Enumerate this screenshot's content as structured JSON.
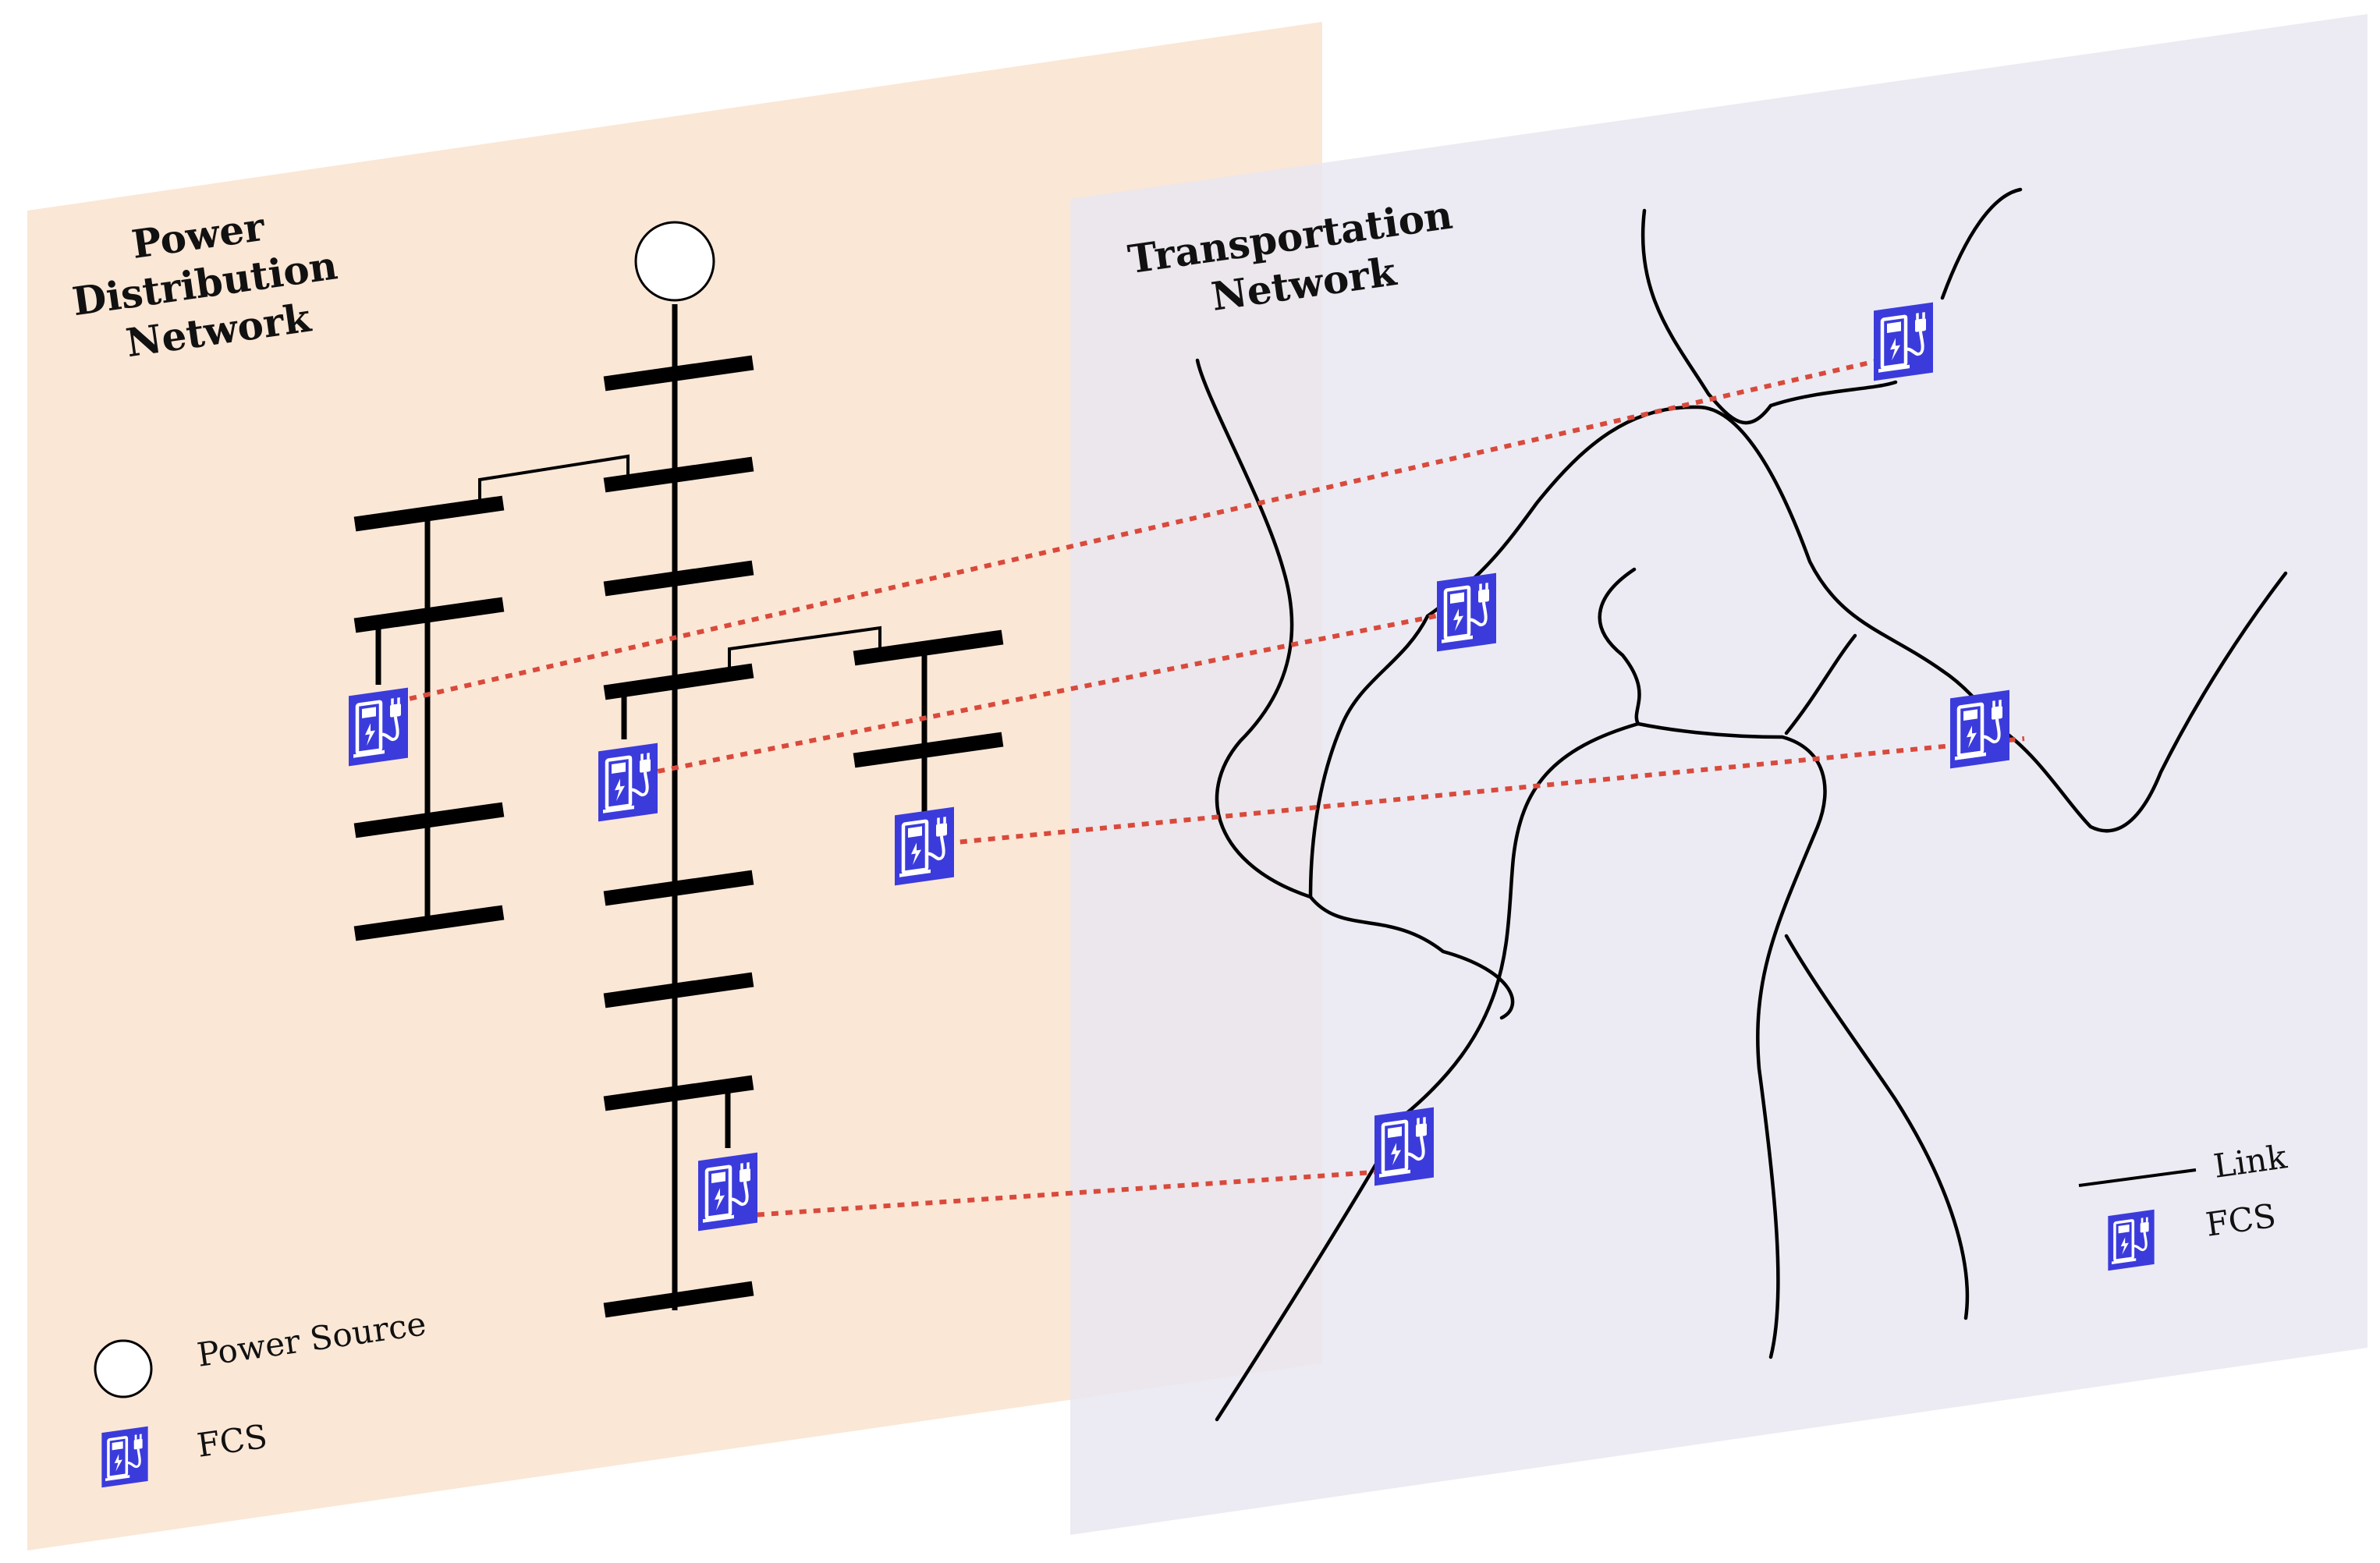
{
  "diagram": {
    "power_panel": {
      "title_lines": [
        "Power",
        "Distribution",
        "Network"
      ],
      "fill_color": "#fbe7d6"
    },
    "transport_panel": {
      "title_lines": [
        "Transportation",
        "Network"
      ],
      "fill_color": "#e8e6f0"
    },
    "legend_power": {
      "source_label": "Power Source",
      "fcs_label": "FCS"
    },
    "legend_transport": {
      "link_label": "Link",
      "fcs_label": "FCS"
    },
    "icons": {
      "station": "charging-station-icon",
      "source": "power-source-icon"
    },
    "colors": {
      "fcs_blue": "#3b3bdc",
      "coupling_line": "#d94a3c"
    }
  }
}
